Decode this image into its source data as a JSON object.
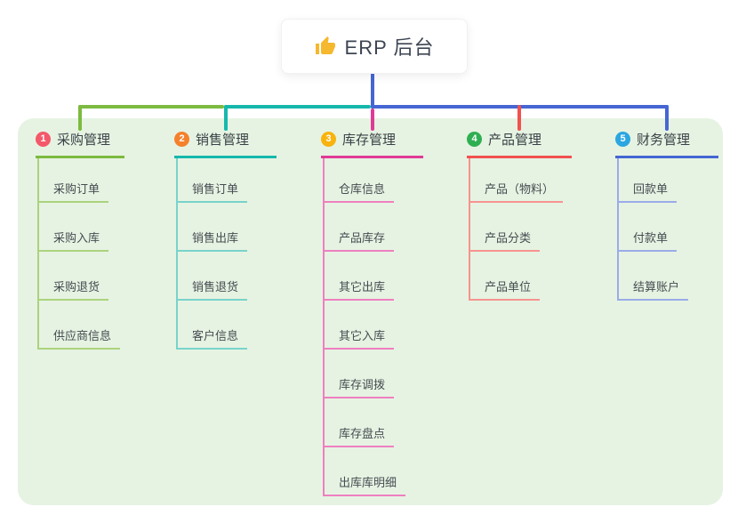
{
  "root": {
    "label": "ERP 后台",
    "icon": "thumbs-up",
    "icon_color": "#F5B82E",
    "stem_color": "#4566D3"
  },
  "panel": {
    "bg": "#E6F3E2"
  },
  "branches": [
    {
      "num": "1",
      "title": "采购管理",
      "badge_color": "#F4586A",
      "main_color": "#7CBB3F",
      "light_color": "#ABD37D",
      "children": [
        "采购订单",
        "采购入库",
        "采购退货",
        "供应商信息"
      ]
    },
    {
      "num": "2",
      "title": "销售管理",
      "badge_color": "#F5812C",
      "main_color": "#16B8AC",
      "light_color": "#79D3CB",
      "children": [
        "销售订单",
        "销售出库",
        "销售退货",
        "客户信息"
      ]
    },
    {
      "num": "3",
      "title": "库存管理",
      "badge_color": "#F8B30D",
      "main_color": "#E03A96",
      "light_color": "#EE7FC0",
      "children": [
        "仓库信息",
        "产品库存",
        "其它出库",
        "其它入库",
        "库存调拨",
        "库存盘点",
        "出库库明细"
      ]
    },
    {
      "num": "4",
      "title": "产品管理",
      "badge_color": "#30AF52",
      "main_color": "#F1514F",
      "light_color": "#F79390",
      "children": [
        "产品（物料）",
        "产品分类",
        "产品单位"
      ]
    },
    {
      "num": "5",
      "title": "财务管理",
      "badge_color": "#2BA6E0",
      "main_color": "#4566D3",
      "light_color": "#9AACE8",
      "children": [
        "回款单",
        "付款单",
        "结算账户"
      ]
    }
  ]
}
